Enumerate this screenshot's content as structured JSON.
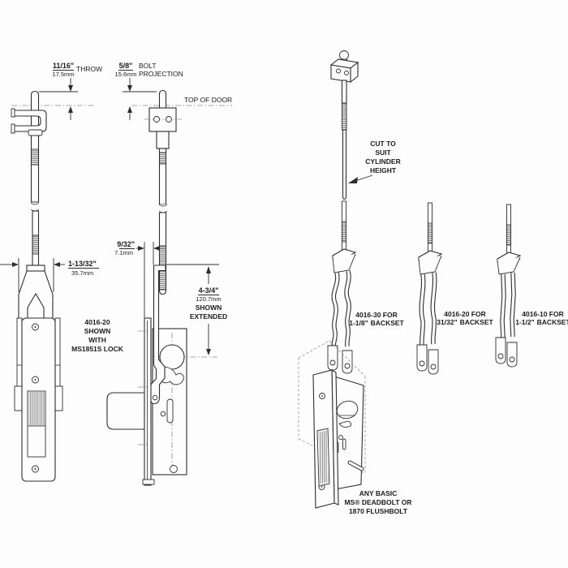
{
  "drawing": {
    "colors": {
      "background": "#fdfdfd",
      "line": "#2e2e2e",
      "centerline": "#8a8a8a"
    }
  },
  "dims": {
    "throw": {
      "in": "11/16\"",
      "mm": "17.5mm",
      "label": "THROW"
    },
    "projection": {
      "in": "5/8\"",
      "mm": "15.6mm",
      "label1": "BOLT",
      "label2": "PROJECTION"
    },
    "top_of_door": "TOP OF DOOR",
    "head_width": {
      "in": "1-13/32\"",
      "mm": "35.7mm"
    },
    "offset": {
      "in": "9/32\"",
      "mm": "7.1mm"
    },
    "extended": {
      "in": "4-3/4\"",
      "mm": "120.7mm",
      "note1": "SHOWN",
      "note2": "EXTENDED"
    }
  },
  "notes": {
    "shown_with": {
      "l1": "4016-20",
      "l2": "SHOWN",
      "l3": "WITH",
      "l4": "MS1851S LOCK"
    },
    "cut": {
      "l1": "CUT TO",
      "l2": "SUIT",
      "l3": "CYLINDER",
      "l4": "HEIGHT"
    },
    "deadbolt": {
      "l1": "ANY BASIC",
      "l2": "MS® DEADBOLT OR",
      "l3": "1870 FLUSHBOLT"
    }
  },
  "forks": [
    {
      "model": "4016-30 FOR",
      "backset": "1-1/8\"",
      "suffix": "BACKSET"
    },
    {
      "model": "4016-20 FOR",
      "backset": "31/32\"",
      "suffix": "BACKSET"
    },
    {
      "model": "4016-10 FOR",
      "backset": "1-1/2\"",
      "suffix": "BACKSET"
    }
  ]
}
